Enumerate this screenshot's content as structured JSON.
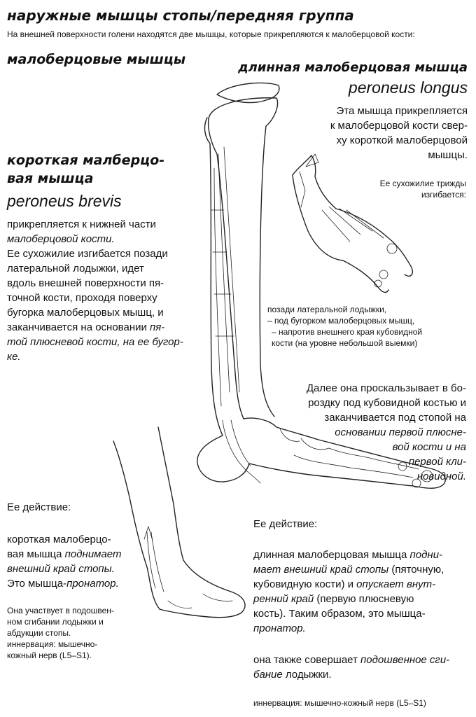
{
  "header": {
    "title": "наружные мышцы стопы/передняя группа",
    "intro": "На внешней поверхности голени находятся две мышцы, которые прикрепляются к малоберцовой кости:",
    "group_name": "малоберцовые мышцы"
  },
  "longus": {
    "title_ru": "длинная малоберцовая мышца",
    "title_lat": "peroneus longus",
    "desc": [
      "Эта мышца прикрепляется",
      "к малоберцовой кости свер-",
      "ху короткой малоберцовой",
      "мышцы."
    ],
    "tendon_intro": [
      "Ее сухожилие трижды",
      "изгибается:"
    ],
    "bends": [
      "позади латеральной лодыжки,",
      "– под бугорком малоберцовых мышц,",
      "– напротив внешнего края кубовидной",
      "кости (на уровне небольшой выемки)"
    ],
    "further": [
      {
        "plain": "Далее она проскальзывает в бо-",
        "em": ""
      },
      {
        "plain": "роздку под кубовидной костью и",
        "em": ""
      },
      {
        "plain": "заканчивается под стопой на",
        "em": ""
      },
      {
        "plain": "",
        "em": "основании первой плюсне-"
      },
      {
        "plain": "",
        "em": "вой кости и на"
      },
      {
        "plain": "",
        "em": "первой кли-"
      },
      {
        "plain": "",
        "em": "новидной."
      }
    ],
    "action_label": "Ее действие:",
    "action_lines": [
      {
        "a": "длинная малоберцовая мышца ",
        "b": "подни-",
        "c": ""
      },
      {
        "a": "",
        "b": "мает внешний край стопы",
        "c": " (пяточную,"
      },
      {
        "a": "кубовидную кости) и ",
        "b": "опускает внут-",
        "c": ""
      },
      {
        "a": "",
        "b": "ренний край",
        "c": " (первую плюсневую"
      },
      {
        "a": "кость). Таким образом, это мышца-",
        "b": "",
        "c": ""
      },
      {
        "a": "",
        "b": "пронатор.",
        "c": ""
      }
    ],
    "extra_lines": [
      {
        "a": "она также совершает ",
        "b": "подошвенное сги-"
      },
      {
        "a": "",
        "b": "бание",
        "c": " лодыжки."
      }
    ],
    "innervation": "иннервация: мышечно-кожный нерв (L5–S1)"
  },
  "brevis": {
    "title_ru_1": "короткая малберцо-",
    "title_ru_2": "вая мышца",
    "title_lat": "peroneus brevis",
    "lines": [
      {
        "a": "прикрепляется к нижней части",
        "b": ""
      },
      {
        "a": "",
        "b": "малоберцовой кости."
      },
      {
        "a": "Ее сухожилие изгибается позади",
        "b": ""
      },
      {
        "a": "латеральной лодыжки, идет",
        "b": ""
      },
      {
        "a": "вдоль внешней поверхности пя-",
        "b": ""
      },
      {
        "a": "точной кости, проходя поверху",
        "b": ""
      },
      {
        "a": "бугорка малоберцовых мышц, и",
        "b": ""
      },
      {
        "a": "заканчивается на основании ",
        "b": "пя-"
      },
      {
        "a": "",
        "b": "той плюсневой кости, на ее бугор-"
      },
      {
        "a": "",
        "b": "ке."
      }
    ],
    "action_label": "Ее действие:",
    "action_lines": [
      {
        "a": "короткая малоберцо-",
        "b": ""
      },
      {
        "a": "вая мышца ",
        "b": "поднимает"
      },
      {
        "a": "",
        "b": "внешний край стопы."
      },
      {
        "a": "Это мышца-",
        "b": "пронатор."
      }
    ],
    "notes": [
      "Она участвует в подошвен-",
      "ном сгибании лодыжки и",
      "абдукции стопы.",
      "иннервация: мышечно-",
      "кожный нерв (L5–S1)."
    ]
  }
}
